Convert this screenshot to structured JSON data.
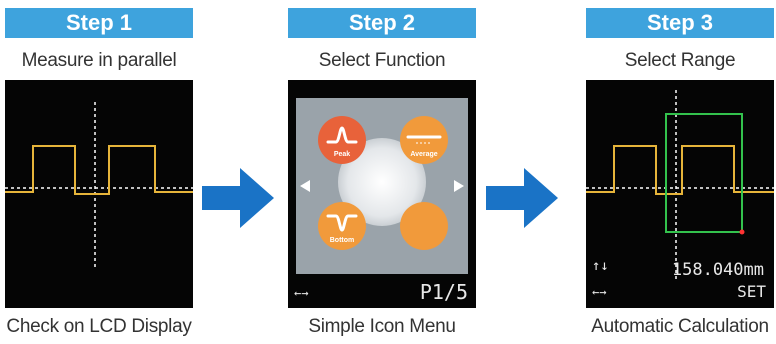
{
  "steps": [
    {
      "badge": "Step 1",
      "title": "Measure in parallel",
      "caption": "Check on LCD Display"
    },
    {
      "badge": "Step 2",
      "title": "Select Function",
      "caption": "Simple Icon Menu"
    },
    {
      "badge": "Step 3",
      "title": "Select Range",
      "caption": "Automatic Calculation"
    }
  ],
  "menu": {
    "peak": "Peak",
    "average": "Average",
    "bottom": "Bottom",
    "page": "P1/5",
    "nav": "←→"
  },
  "readout": {
    "value": "158.040mm",
    "set": "SET",
    "updown": "↑↓",
    "nav": "←→"
  },
  "colors": {
    "badge": "#3ea3dd",
    "arrow": "#1a73c6",
    "waveform": "#e6b43a",
    "menu_button": "#f19a3b",
    "range_box": "#33c24d"
  }
}
